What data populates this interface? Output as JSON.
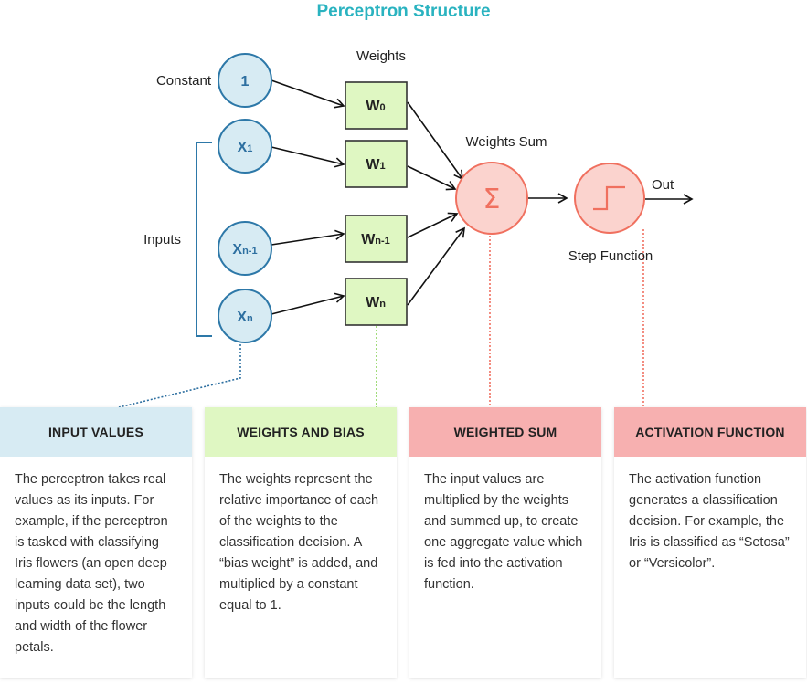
{
  "title": "Perceptron Structure",
  "diagram": {
    "constant_label": "Constant",
    "inputs_label": "Inputs",
    "weights_label": "Weights",
    "weights_sum_label": "Weights Sum",
    "step_function_label": "Step Function",
    "out_label": "Out",
    "sum_symbol": "Σ",
    "input_nodes": [
      {
        "base": "1",
        "sub": ""
      },
      {
        "base": "X",
        "sub": "1"
      },
      {
        "base": "X",
        "sub": "n-1"
      },
      {
        "base": "X",
        "sub": "n"
      }
    ],
    "weight_nodes": [
      {
        "base": "W",
        "sub": "0"
      },
      {
        "base": "W",
        "sub": "1"
      },
      {
        "base": "W",
        "sub": "n-1"
      },
      {
        "base": "W",
        "sub": "n"
      }
    ],
    "colors": {
      "input_fill": "#d7ebf3",
      "input_stroke": "#2d78a8",
      "weight_fill": "#dff7c2",
      "weight_stroke": "#333333",
      "sum_fill": "#fbd3ce",
      "sum_stroke": "#f0705f",
      "title": "#2ab3c0"
    }
  },
  "cards": [
    {
      "heading": "INPUT VALUES",
      "body": "The perceptron takes real values as its inputs. For example, if the perceptron is tasked with classifying Iris flowers (an open deep learning data set), two inputs could be the length and width of the flower petals."
    },
    {
      "heading": "WEIGHTS AND BIAS",
      "body": "The weights represent the relative importance of each of the weights to the classification decision. A “bias weight” is added, and multiplied by a constant equal to 1."
    },
    {
      "heading": "WEIGHTED SUM",
      "body": "The input values are multiplied by the weights and summed up, to create one aggregate value which is fed into the activation function."
    },
    {
      "heading": "ACTIVATION FUNCTION",
      "body": "The activation function generates a classification decision. For example, the Iris is classified as “Setosa” or “Versicolor”."
    }
  ]
}
